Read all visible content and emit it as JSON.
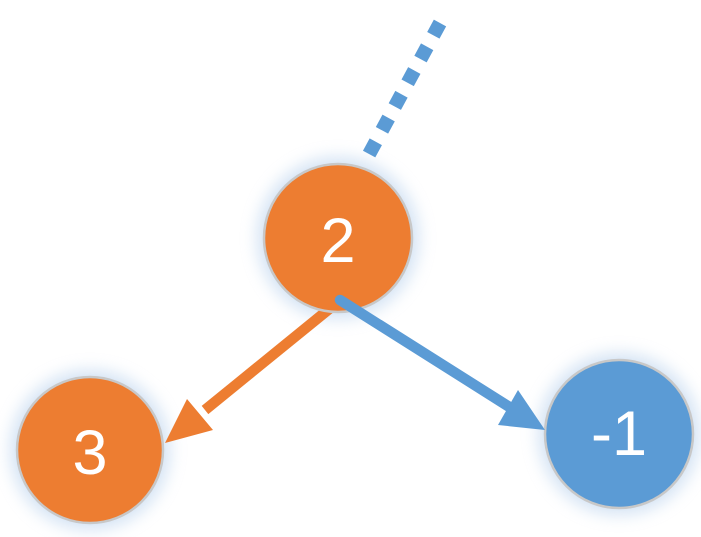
{
  "diagram": {
    "type": "tree",
    "description": "Tree diagram with a root node linked by a dashed edge to an off-screen parent, and two child nodes connected by solid arrows",
    "nodes": [
      {
        "id": "root",
        "label": "2",
        "fill": "orange"
      },
      {
        "id": "left-child",
        "label": "3",
        "fill": "orange"
      },
      {
        "id": "right-child",
        "label": "-1",
        "fill": "blue"
      }
    ],
    "edges": [
      {
        "from": "offscreen-parent",
        "to": "root",
        "style": "dashed",
        "color": "blue"
      },
      {
        "from": "root",
        "to": "left-child",
        "style": "solid-arrow",
        "color": "orange"
      },
      {
        "from": "root",
        "to": "right-child",
        "style": "solid-arrow",
        "color": "blue"
      }
    ],
    "colors": {
      "orange": "#ED7D31",
      "blue": "#5B9BD5",
      "node_border": "#C8C8C8",
      "glow": "#A9C7E9",
      "label_text": "#FFFFFF",
      "background": "#FFFFFF"
    }
  }
}
